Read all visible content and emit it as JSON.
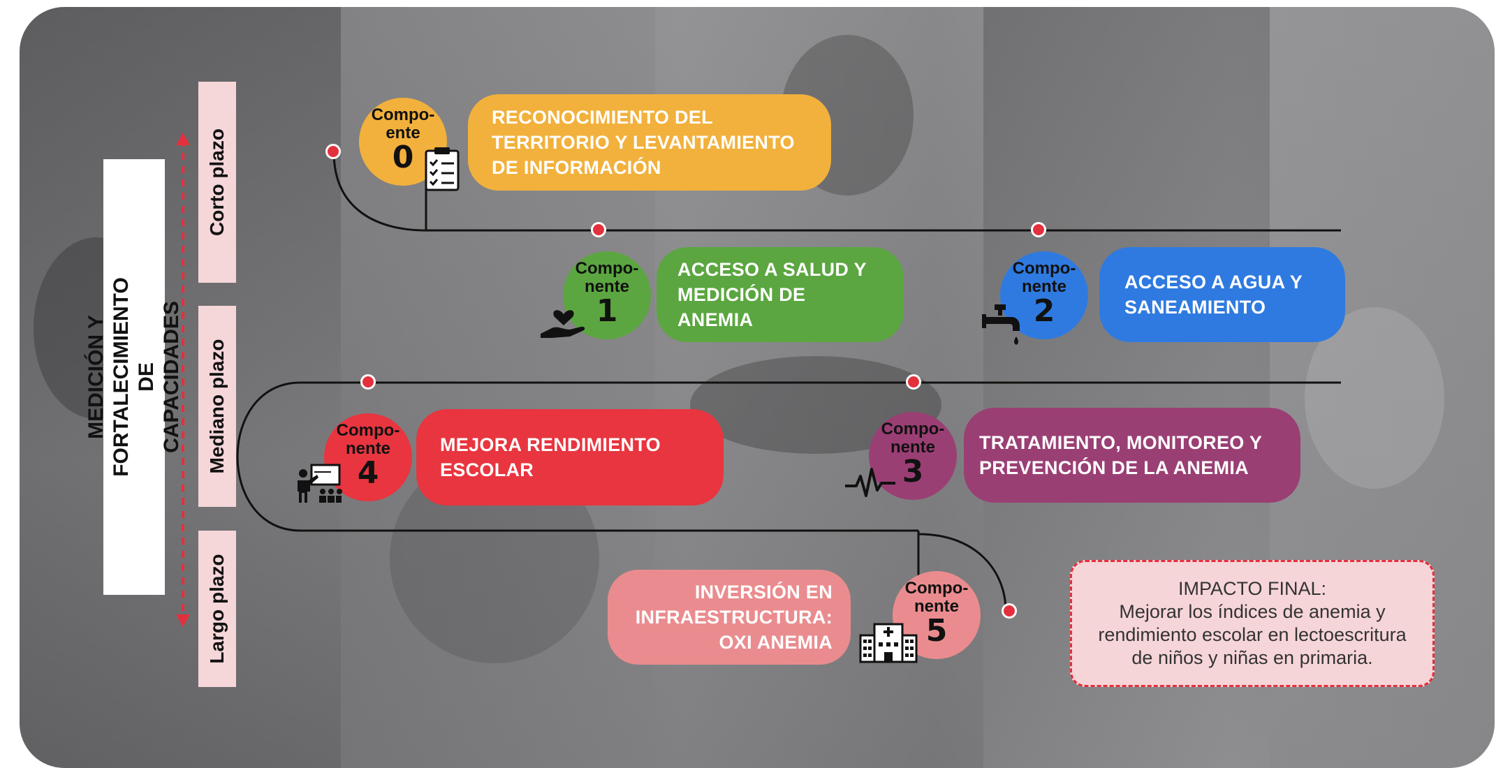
{
  "main_label": "MEDICIÓN Y FORTALECIMIENTO DE\nCAPACIDADES",
  "plazos": [
    "Corto plazo",
    "Mediano plazo",
    "Largo plazo"
  ],
  "components": [
    {
      "label": "Compo-\nente",
      "number": "0",
      "title": "RECONOCIMIENTO DEL\nTERRITORIO Y LEVANTAMIENTO\nDE INFORMACIÓN",
      "color": "#f2b13c",
      "icon": "clipboard-checklist-icon"
    },
    {
      "label": "Compo-\nnente",
      "number": "1",
      "title": "ACCESO A SALUD Y\nMEDICIÓN DE ANEMIA",
      "color": "#5ba640",
      "icon": "hand-heart-icon"
    },
    {
      "label": "Compo-\nnente",
      "number": "2",
      "title": "ACCESO A AGUA Y\nSANEAMIENTO",
      "color": "#2f7ae0",
      "icon": "water-tap-icon"
    },
    {
      "label": "Compo-\nnente",
      "number": "3",
      "title": "TRATAMIENTO, MONITOREO Y\nPREVENCIÓN DE LA ANEMIA",
      "color": "#9a3f74",
      "icon": "pulse-icon"
    },
    {
      "label": "Compo-\nnente",
      "number": "4",
      "title": "MEJORA RENDIMIENTO\nESCOLAR",
      "color": "#e8353f",
      "icon": "classroom-teacher-icon"
    },
    {
      "label": "Compo-\nnente",
      "number": "5",
      "title": "INVERSIÓN EN\nINFRAESTRUCTURA:\nOXI ANEMIA",
      "color": "#ea8c8f",
      "icon": "hospital-building-icon"
    }
  ],
  "impacto": {
    "title": "IMPACTO FINAL:",
    "body": "Mejorar los índices de anemia y\nrendimiento escolar en lectoescritura\nde niños y niñas en primaria."
  },
  "colors": {
    "accent_red": "#e4303d",
    "plazo_bg": "#f5d6d9"
  }
}
